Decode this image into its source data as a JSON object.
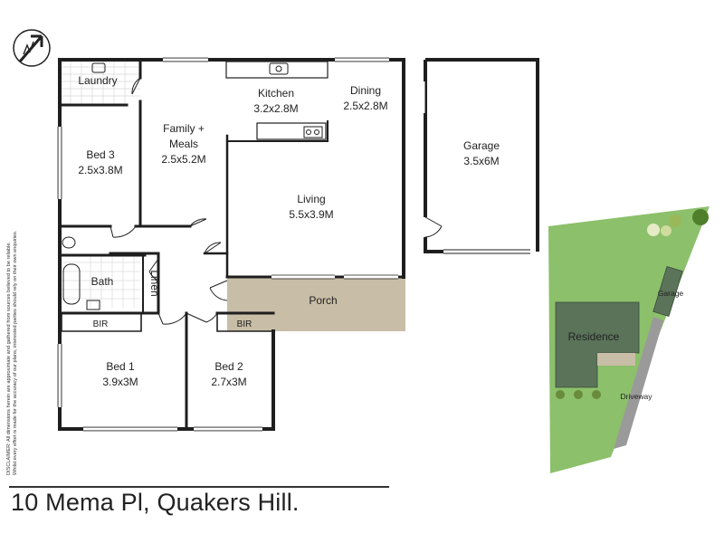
{
  "address": "10 Mema Pl, Quakers Hill.",
  "disclaimer": {
    "line1": "DISCLAIMER: All dimensions herein are approximate and gathered from sources believed to be reliable.",
    "line2": "Whilst every effort is made for the accuracy of our plans, interested parties should rely on their own enquiries."
  },
  "rooms": {
    "laundry": {
      "name": "Laundry"
    },
    "kitchen": {
      "name": "Kitchen",
      "size": "3.2x2.8M"
    },
    "dining": {
      "name": "Dining",
      "size": "2.5x2.8M"
    },
    "family": {
      "name": "Family +",
      "name2": "Meals",
      "size": "2.5x5.2M"
    },
    "bed3": {
      "name": "Bed 3",
      "size": "2.5x3.8M"
    },
    "living": {
      "name": "Living",
      "size": "5.5x3.9M"
    },
    "bath": {
      "name": "Bath"
    },
    "linen": {
      "name": "Linen"
    },
    "porch": {
      "name": "Porch"
    },
    "bir1": {
      "name": "BIR"
    },
    "bir2": {
      "name": "BIR"
    },
    "bed1": {
      "name": "Bed 1",
      "size": "3.9x3M"
    },
    "bed2": {
      "name": "Bed 2",
      "size": "2.7x3M"
    },
    "garage": {
      "name": "Garage",
      "size": "3.5x6M"
    }
  },
  "site_plan": {
    "garage": "Garage",
    "residence": "Residence",
    "driveway": "Driveway"
  },
  "colors": {
    "wall": "#1e1e1e",
    "porch": "#c8bda6",
    "lawn": "#8cc06b",
    "building": "#5a7359",
    "driveway": "#9a9a9a",
    "tree": "#6a9a3c"
  },
  "icons": [
    "north-arrow-icon"
  ]
}
